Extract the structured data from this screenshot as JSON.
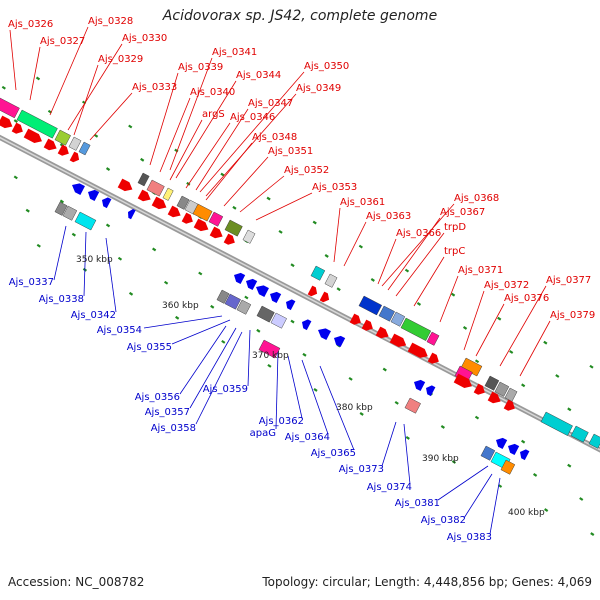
{
  "title": "Acidovorax sp. JS42, complete genome",
  "footer": {
    "accession": "Accession: NC_008782",
    "summary": "Topology: circular; Length: 4,448,856 bp; Genes: 4,069"
  },
  "colors": {
    "forward_label": "#e00000",
    "reverse_label": "#0000cc",
    "forward_gene": "#ee0000",
    "reverse_gene": "#0000ee",
    "backbone": "#888888",
    "tick": "#228b22"
  },
  "ticks": [
    "350 kbp",
    "360 kbp",
    "370 kbp",
    "380 kbp",
    "390 kbp",
    "400 kbp"
  ],
  "forward_labels": [
    "Ajs_0326",
    "Ajs_0328",
    "Ajs_0327",
    "Ajs_0330",
    "Ajs_0329",
    "Ajs_0341",
    "Ajs_0339",
    "Ajs_0350",
    "Ajs_0344",
    "Ajs_0333",
    "Ajs_0340",
    "Ajs_0349",
    "Ajs_0347",
    "argS",
    "Ajs_0346",
    "Ajs_0348",
    "Ajs_0351",
    "Ajs_0352",
    "Ajs_0353",
    "Ajs_0368",
    "Ajs_0361",
    "Ajs_0367",
    "Ajs_0363",
    "trpD",
    "Ajs_0366",
    "trpC",
    "Ajs_0371",
    "Ajs_0377",
    "Ajs_0372",
    "Ajs_0376",
    "Ajs_0379"
  ],
  "reverse_labels": [
    "Ajs_0337",
    "Ajs_0338",
    "Ajs_0342",
    "Ajs_0354",
    "Ajs_0355",
    "Ajs_0356",
    "Ajs_0359",
    "Ajs_0357",
    "Ajs_0358",
    "apaG",
    "Ajs_0362",
    "Ajs_0364",
    "Ajs_0365",
    "Ajs_0373",
    "Ajs_0374",
    "Ajs_0381",
    "Ajs_0382",
    "Ajs_0383"
  ]
}
